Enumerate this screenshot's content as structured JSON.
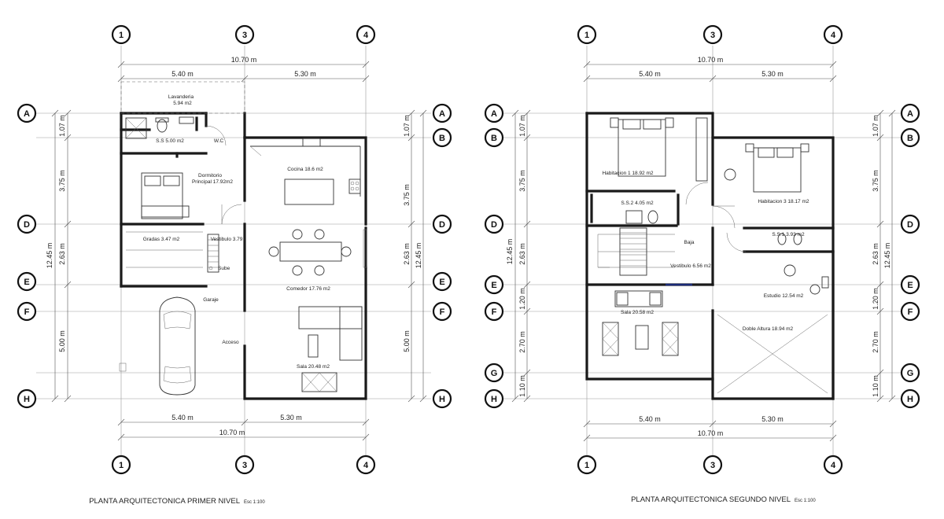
{
  "grid_cols": [
    "1",
    "3",
    "4"
  ],
  "grid_rows": [
    "A",
    "B",
    "D",
    "E",
    "F",
    "G",
    "H"
  ],
  "dims": {
    "total_width": "10.70 m",
    "span_1_3": "5.40 m",
    "span_3_4": "5.30 m",
    "span_3_4_bottom_left": "5.30 m",
    "total_height": "12.45 m",
    "row_ab": "1.07 m",
    "row_bd": "3.75 m",
    "row_de": "2.63 m",
    "row_ef": "1.20 m",
    "row_fg": "2.70 m",
    "row_gh": "1.10 m",
    "row_eh": "5.00 m"
  },
  "level1": {
    "title": "PLANTA ARQUITECTONICA PRIMER NIVEL",
    "scale": "Esc 1:100",
    "rooms": {
      "lavanderia": "Lavanderia",
      "lavanderia_area": "5.94 m2",
      "ss": "S.S 5.00 m2",
      "wc": "W.C",
      "dormitorio": "Dormitorio",
      "dormitorio_area": "Principal 17.92m2",
      "cocina": "Cocina  18.6 m2",
      "gradas": "Gradas 3.47 m2",
      "vestibulo": "Vestibulo 3.79",
      "sube": "Sube",
      "comedor": "Comedor  17.76 m2",
      "garaje": "Garaje",
      "acceso": "Acceso",
      "sala": "Sala 20.48 m2"
    }
  },
  "level2": {
    "title": "PLANTA ARQUITECTONICA SEGUNDO NIVEL",
    "scale": "Esc 1:100",
    "rooms": {
      "hab1": "Habitacion 1 18.92 m2",
      "hab3": "Habitacion 3 18.17 m2",
      "ss2": "S.S.2  4.05 m2",
      "ss1": "S.S.1  3.93 m2",
      "baja": "Baja",
      "vestibulo": "Vestibulo 6.56 m2",
      "estudio": "Estudio 12.54 m2",
      "sala": "Sala  20.58 m2",
      "doble_altura": "Doble Altura  18.94 m2"
    }
  }
}
